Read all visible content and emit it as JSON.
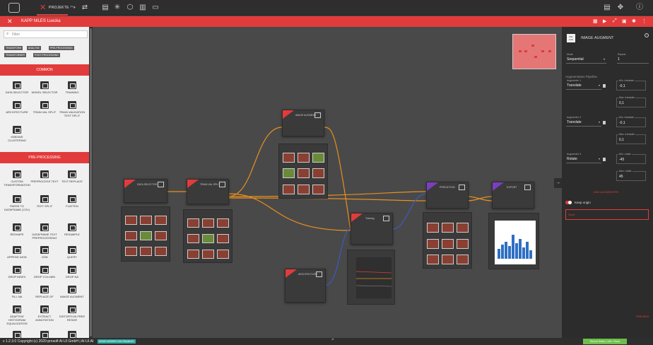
{
  "app": {
    "project_tab": "PROJEKTE",
    "project_title": "KAPP NILES Luxcka",
    "version": "v 1.2.3.0 Copyright (c) 2020-prosoft AI-UI GmbH | AI-UI.AI",
    "version_badge": "DEMO WORKFLOW ENABLED",
    "status_right": "Recent Status | Info / Show"
  },
  "sidebar": {
    "filter_placeholder": "Filter",
    "tags": [
      "TRANSFORM",
      "ANALYSE",
      "PRE-PROCESSING",
      "TRANSFORMER",
      "POST-PROCESSING"
    ],
    "sections": [
      {
        "label": "COMMON"
      },
      {
        "label": "PRE-PROCESSING"
      }
    ],
    "common_nodes": [
      "DATA SELECTOR",
      "MODEL SELECTOR",
      "TRAINING",
      "ARCHITECTURE",
      "TRAIN VAL SPLIT",
      "TRAIN VALIDATION TEST SPLIT",
      "KMEANS CLUSTERING"
    ],
    "pre_nodes": [
      "CUSTOM TRANSFORMATION",
      "PREPROCESS TEXT",
      "TEXT REPLACE",
      "PARSE TO DATAFRAME (CSV)",
      "TEXT SPLIT",
      "FLATTEN",
      "RESHAPE",
      "DATAFRAME TEXT PREPROCESSING",
      "RESAMPLE",
      "APPEND DATA",
      "JOIN",
      "QUERY",
      "DROP INDEX",
      "DROP COLUMN",
      "DROP NA",
      "FILL NA",
      "REPLACE OF",
      "IMAGE AUGMENT",
      "ADAPTIVE HISTOGRAM EQUALIZATION",
      "EXTRACT ANNOTATION",
      "DISTORTION FREE RESIZE"
    ]
  },
  "canvas_nodes": [
    {
      "title": "DATA SELECTOR",
      "accent": "#e23b3b"
    },
    {
      "title": "TRAIN VAL SPLIT",
      "accent": "#e23b3b"
    },
    {
      "title": "IMAGE AUGMENT",
      "accent": "#e23b3b"
    },
    {
      "title": "Training",
      "accent": "#e23b3b"
    },
    {
      "title": "PREDICTION",
      "accent": "#7a3fbf"
    },
    {
      "title": "EXPORT",
      "accent": "#7a3fbf"
    },
    {
      "title": "ARCHITECTURE",
      "accent": "#e23b3b"
    }
  ],
  "panel": {
    "title": "IMAGE AUGMENT",
    "mode_label": "Mode",
    "mode_value": "Sequential",
    "repeat_label": "Repeat",
    "repeat_value": "1",
    "pipeline_label": "Augmentation Pipeline",
    "augmenters": [
      {
        "label": "Augmenter 1",
        "value": "Translate",
        "p1_label": "Min. translate",
        "p1": "-0,1",
        "p2_label": "Max. translate",
        "p2": "0,1"
      },
      {
        "label": "Augmenter 2",
        "value": "Translate",
        "p1_label": "Min. translate",
        "p1": "-0,1",
        "p2_label": "Max. translate",
        "p2": "0,1"
      },
      {
        "label": "Augmenter 3",
        "value": "Rotate",
        "p1_label": "Min. rotate",
        "p1": "-45",
        "p2_label": "Max. rotate",
        "p2": "45"
      }
    ],
    "add_label": "ADD AUGMENTER",
    "keep_origin": "Keep origin",
    "seed_label": "Seed",
    "prev_label": "PREVIEW"
  },
  "colors": {
    "accent": "#e23b3b",
    "purple": "#7a3fbf",
    "link_orange": "#e8901e",
    "link_blue": "#3b5bbf"
  }
}
